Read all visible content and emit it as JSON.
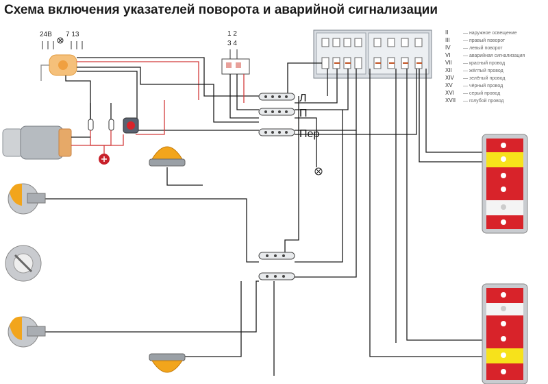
{
  "title": "Схема включения указателей поворота и аварийной сигнализации",
  "labels": {
    "lamp_pins": "24В",
    "lamp_pins2": "7 13",
    "relay_pins_top": "1  2",
    "relay_pins_bottom": "3  4",
    "switch_left": "Л",
    "switch_right": "П",
    "switch_trailer": "Пер"
  },
  "legend": [
    {
      "code": "II",
      "text": "— наружное освещение"
    },
    {
      "code": "III",
      "text": "— правый поворот"
    },
    {
      "code": "IV",
      "text": "— левый поворот"
    },
    {
      "code": "VI",
      "text": "— аварийная сигнализация"
    },
    {
      "code": "VII",
      "text": "— красный провод"
    },
    {
      "code": "XII",
      "text": "— жёлтый провод"
    },
    {
      "code": "XIV",
      "text": "— зелёный провод"
    },
    {
      "code": "XV",
      "text": "— чёрный провод"
    },
    {
      "code": "XVI",
      "text": "— серый провод"
    },
    {
      "code": "XVII",
      "text": "— голубой провод"
    }
  ],
  "colors": {
    "wire_black": "#1a1a1a",
    "wire_red": "#d23a3a",
    "lamp_amber": "#f2a51c",
    "lamp_red": "#d8232a",
    "lamp_yellow": "#f7e21b"
  }
}
